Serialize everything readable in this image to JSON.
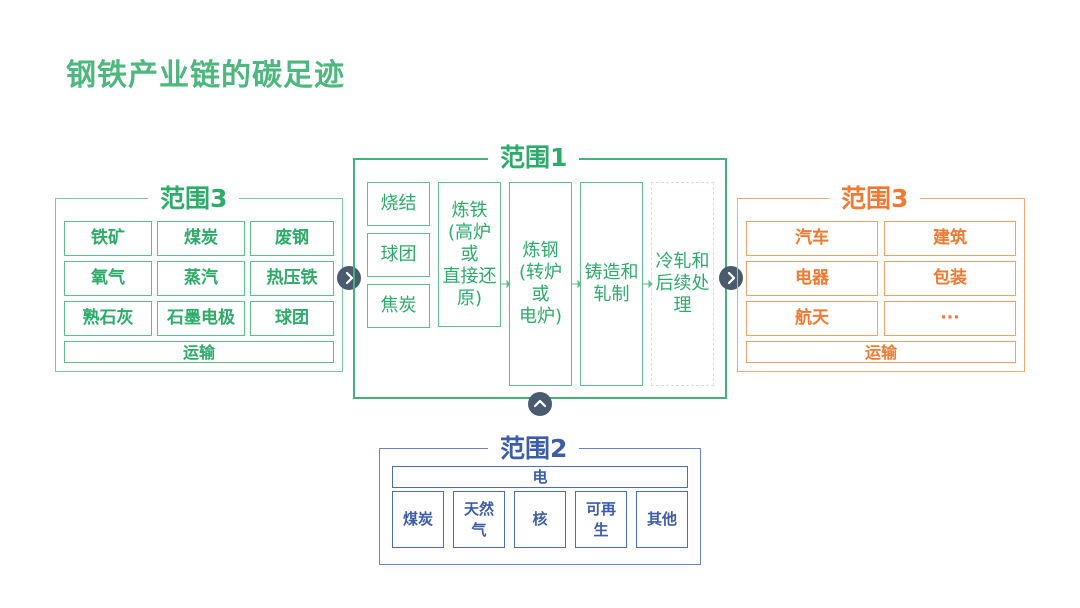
{
  "title": "钢铁产业链的碳足迹",
  "scope3_up": {
    "label": "范围3",
    "items": [
      "铁矿",
      "煤炭",
      "废钢",
      "氧气",
      "蒸汽",
      "热压铁",
      "熟石灰",
      "石墨电极",
      "球团"
    ],
    "transport": "运输"
  },
  "scope1": {
    "label": "范围1",
    "inputs": [
      "烧结",
      "球团",
      "焦炭"
    ],
    "steps": [
      "炼铁\n(高炉\n或\n直接还\n原)",
      "炼钢\n(转炉\n或\n电炉)",
      "铸造和\n轧制",
      "冷轧和\n后续处\n理"
    ]
  },
  "scope3_down": {
    "label": "范围3",
    "items": [
      "汽车",
      "建筑",
      "电器",
      "包装",
      "航天",
      "···"
    ],
    "transport": "运输"
  },
  "scope2": {
    "label": "范围2",
    "power": "电",
    "sources": [
      "煤炭",
      "天然\n气",
      "核",
      "可再\n生",
      "其他"
    ]
  },
  "colors": {
    "green": "#2dac69",
    "orange": "#f07a31",
    "blue": "#3d5da9",
    "chevron": "#4b5b6e"
  },
  "icons": [
    "chevron-right-icon",
    "chevron-right-icon",
    "chevron-up-icon"
  ]
}
